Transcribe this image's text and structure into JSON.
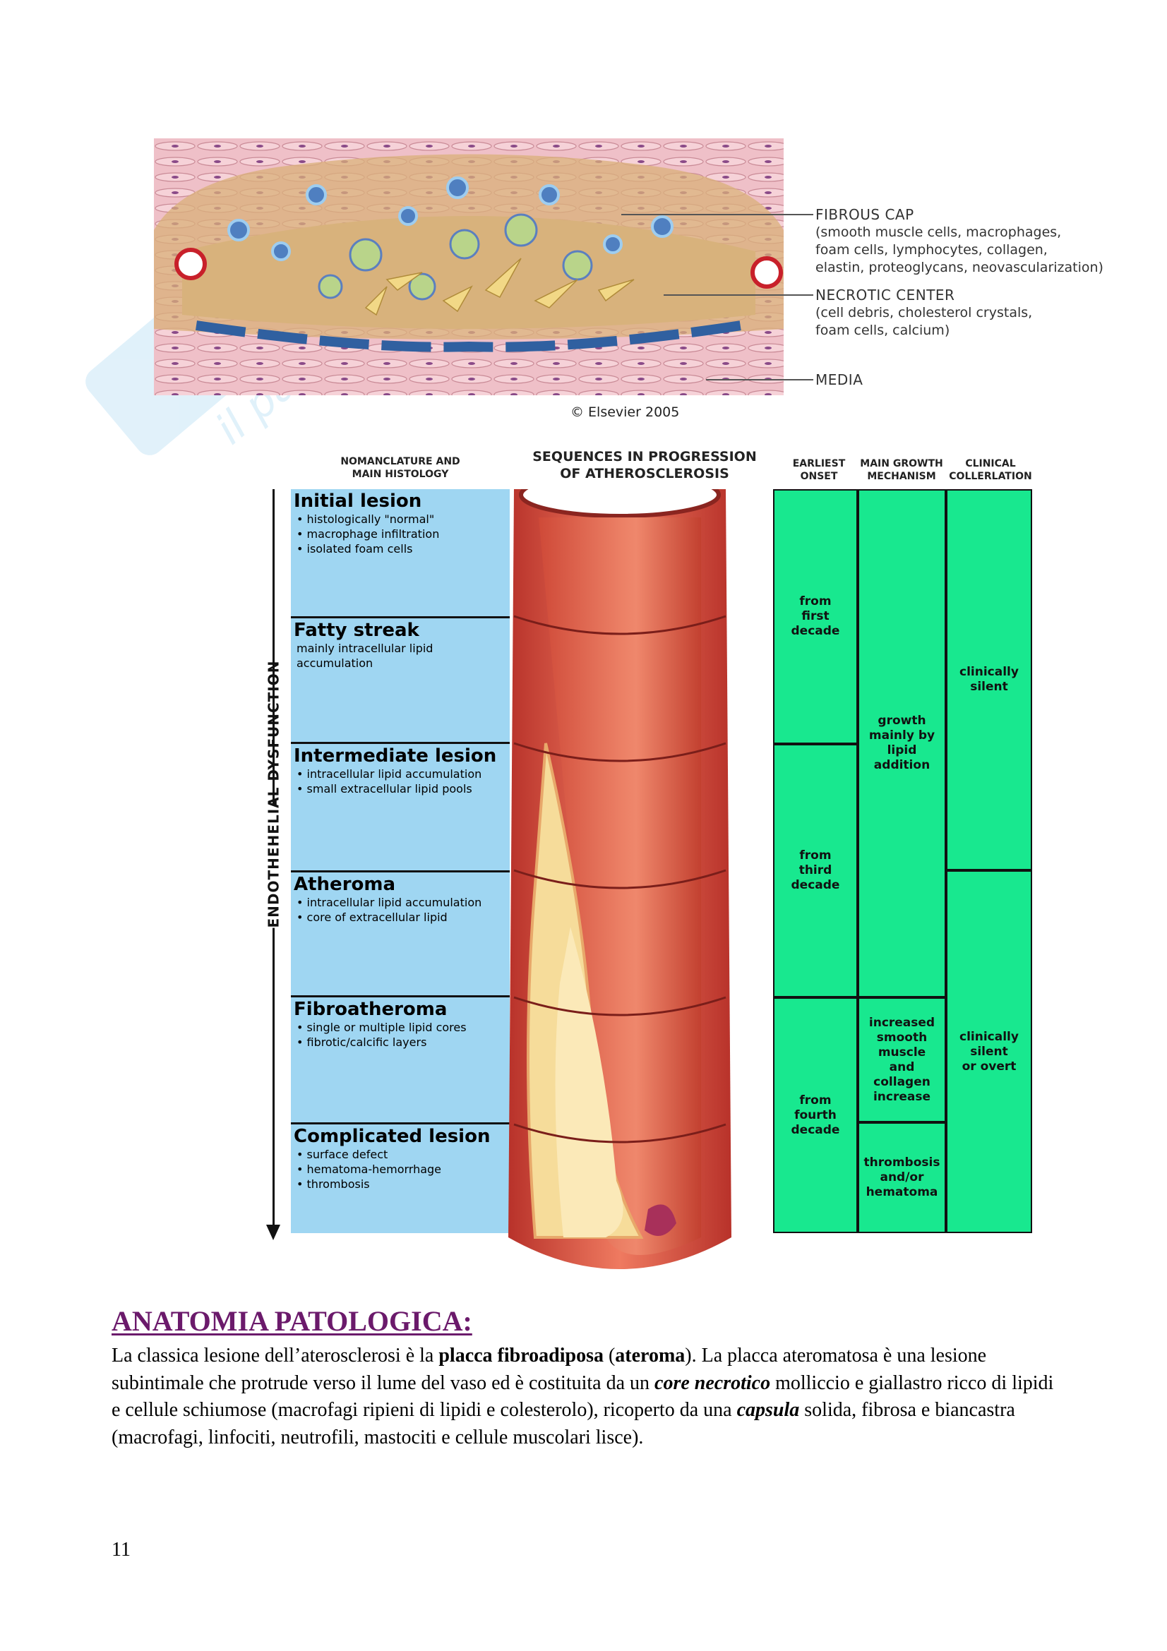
{
  "figure1": {
    "fibrous_cap_title": "FIBROUS CAP",
    "fibrous_cap_detail": [
      "(smooth muscle cells, macrophages,",
      "foam cells, lymphocytes, collagen,",
      "elastin, proteoglycans, neovascularization)"
    ],
    "necrotic_center_title": "NECROTIC CENTER",
    "necrotic_center_detail": [
      "(cell debris, cholesterol crystals,",
      "foam cells, calcium)"
    ],
    "media_title": "MEDIA",
    "copyright": "© Elsevier 2005"
  },
  "figure2": {
    "headers": {
      "nomenclature": [
        "NOMANCLATURE AND",
        "MAIN HISTOLOGY"
      ],
      "sequences": [
        "SEQUENCES IN PROGRESSION",
        "OF ATHEROSCLEROSIS"
      ],
      "earliest_onset": [
        "EARLIEST",
        "ONSET"
      ],
      "growth": [
        "MAIN GROWTH",
        "MECHANISM"
      ],
      "clinical": [
        "CLINICAL",
        "COLLERLATION"
      ]
    },
    "side_label": "ENDOTHEHELIAL     DYSFUNCTION",
    "stages": [
      {
        "name": "Initial lesion",
        "desc": "• histologically \"normal\"\n• macrophage infiltration\n• isolated foam cells"
      },
      {
        "name": "Fatty streak",
        "desc": "mainly intracellular lipid\naccumulation"
      },
      {
        "name": "Intermediate lesion",
        "desc": "• intracellular lipid accumulation\n• small extracellular lipid pools"
      },
      {
        "name": "Atheroma",
        "desc": "• intracellular lipid accumulation\n• core of extracellular lipid"
      },
      {
        "name": "Fibroatheroma",
        "desc": "• single or multiple lipid cores\n• fibrotic/calcific layers"
      },
      {
        "name": "Complicated lesion",
        "desc": "• surface defect\n• hematoma-hemorrhage\n• thrombosis"
      }
    ],
    "onset": [
      "from\nfirst\ndecade",
      "from\nthird\ndecade",
      "from\nfourth\ndecade"
    ],
    "growth": [
      "growth\nmainly by\nlipid\naddition",
      "increased\nsmooth\nmuscle\nand\ncollagen\nincrease",
      "thrombosis\nand/or\nhematoma"
    ],
    "clinical": [
      "clinically\nsilent",
      "clinically\nsilent\nor overt"
    ]
  },
  "section_title": "ANATOMIA PATOLOGICA:",
  "paragraph": {
    "t1": "La classica lesione dell’aterosclerosi è la ",
    "b1": "placca fibroadiposa",
    "t2": " (",
    "b2": "ateroma",
    "t3": "). La placca ateromatosa è una lesione subintimale che protrude verso il lume del vaso ed è costituita da un ",
    "bi1": "core necrotico",
    "t4": " molliccio e giallastro ricco di lipidi e cellule schiumose (macrofagi ripieni di lipidi e colesterolo), ricoperto da una ",
    "bi2": "capsula",
    "t5": " solida, fibrosa e biancastra (macrofagi, linfociti, neutrofili, mastociti e cellule muscolari lisce)."
  },
  "page_number": "11",
  "colors": {
    "title": "#6b1a6b",
    "stage_bg": "#9fd6f2",
    "green": "#18e88f",
    "vessel": "#e0604a"
  }
}
